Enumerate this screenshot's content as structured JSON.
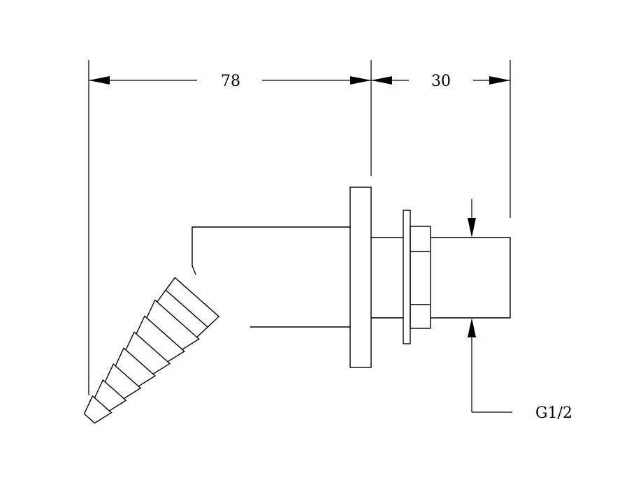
{
  "dimensions": {
    "overall_length": "78",
    "thread_length": "30",
    "thread_size": "G1/2"
  }
}
